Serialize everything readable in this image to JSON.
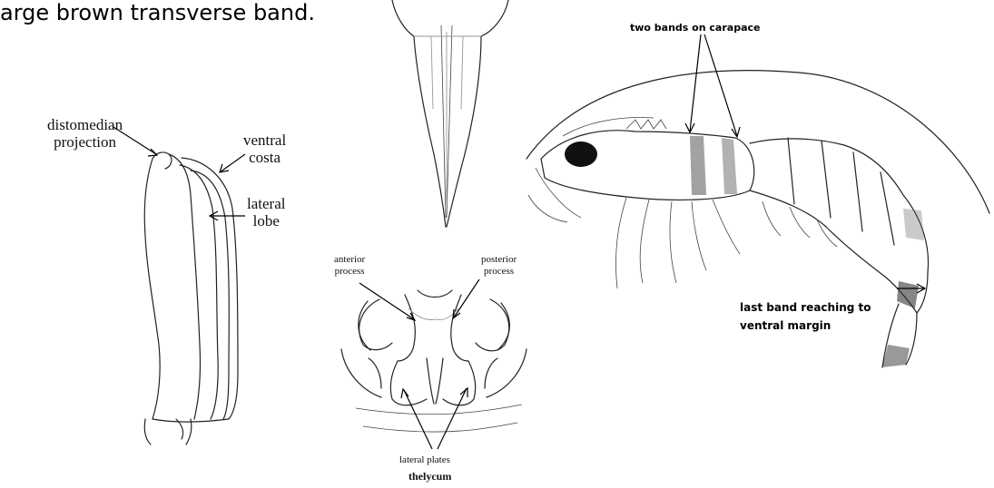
{
  "caption": {
    "text": "arge brown transverse band."
  },
  "petasma": {
    "label_distomedian": "distomedian\nprojection",
    "label_ventral": "ventral\ncosta",
    "label_lateral": "lateral\nlobe"
  },
  "thelycum": {
    "label_anterior": "anterior\nprocess",
    "label_posterior": "posterior\nprocess",
    "label_lateral_plates": "lateral plates",
    "label_title": "thelycum"
  },
  "shrimp": {
    "label_two_bands": "two bands on carapace",
    "label_last_band": "last band reaching to\nventral margin"
  }
}
